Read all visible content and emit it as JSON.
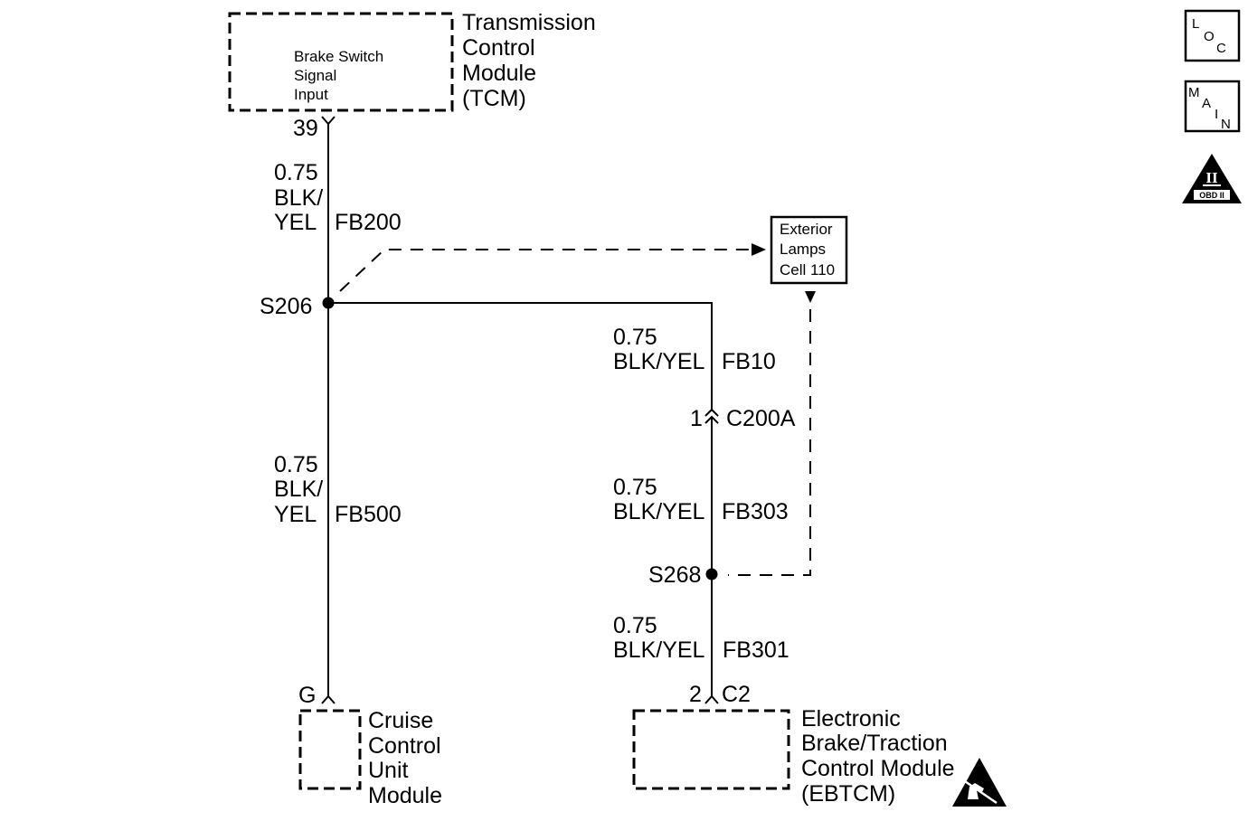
{
  "colors": {
    "line": "#000000",
    "background": "#ffffff"
  },
  "tcm": {
    "inner": [
      "Brake Switch",
      "Signal",
      "Input"
    ],
    "label": [
      "Transmission",
      "Control",
      "Module",
      "(TCM)"
    ],
    "pin": "39"
  },
  "wire_fb200": {
    "size": "0.75",
    "color": [
      "BLK/",
      "YEL"
    ],
    "circuit": "FB200"
  },
  "splice_s206": {
    "name": "S206"
  },
  "wire_fb500": {
    "size": "0.75",
    "color": [
      "BLK/",
      "YEL"
    ],
    "circuit": "FB500"
  },
  "cruise": {
    "pin": "G",
    "label": [
      "Cruise",
      "Control",
      "Unit",
      "Module"
    ]
  },
  "exterior_lamps": {
    "label": [
      "Exterior",
      "Lamps",
      "Cell 110"
    ]
  },
  "wire_fb10": {
    "size": "0.75",
    "color": "BLK/YEL",
    "circuit": "FB10"
  },
  "connector_c200a": {
    "pin": "1",
    "name": "C200A"
  },
  "wire_fb303": {
    "size": "0.75",
    "color": "BLK/YEL",
    "circuit": "FB303"
  },
  "splice_s268": {
    "name": "S268"
  },
  "wire_fb301": {
    "size": "0.75",
    "color": "BLK/YEL",
    "circuit": "FB301"
  },
  "ebtcm": {
    "pin": "2",
    "connector": "C2",
    "label": [
      "Electronic",
      "Brake/Traction",
      "Control Module",
      "(EBTCM)"
    ]
  },
  "icons": {
    "loc": [
      "L",
      "O",
      "C"
    ],
    "main": [
      "M",
      "A",
      "I",
      "N"
    ],
    "obd": {
      "numeral": "II",
      "label": "OBD II"
    },
    "esd": "esd-warning-icon"
  }
}
